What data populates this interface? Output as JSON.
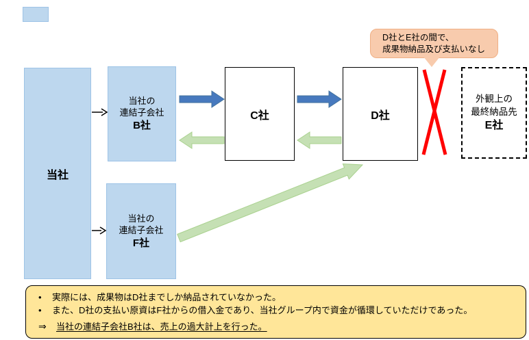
{
  "legend": {
    "swatch_color": "#BDD7EE"
  },
  "nodes": {
    "ours": {
      "label": "当社"
    },
    "b": {
      "line1": "当社の",
      "line2": "連結子会社",
      "line3": "B社"
    },
    "c": {
      "label": "C社"
    },
    "d": {
      "label": "D社"
    },
    "e": {
      "line1": "外観上の",
      "line2": "最終納品先",
      "line3": "E社"
    },
    "f": {
      "line1": "当社の",
      "line2": "連結子会社",
      "line3": "F社"
    }
  },
  "callout": {
    "line1": "D社とE社の間で、",
    "line2": "成果物納品及び支払いなし"
  },
  "notes": {
    "bullet_char": "•",
    "bullet1": "実際には、成果物はD社までしか納品されていなかった。",
    "bullet2": "また、D社の支払い原資はF社からの借入金であり、当社グループ内で資金が循環していただけであった。",
    "arrow_prefix": "⇒",
    "conclusion": "当社の連結子会社B社は、売上の過大計上を行った。"
  },
  "colors": {
    "box_blue": "#BDD7EE",
    "box_blue_border": "#9DC3E6",
    "arrow_blue": "#4779BE",
    "arrow_blue_border": "#41719C",
    "arrow_green": "#C5E0B4",
    "arrow_green_border": "#A9D18E",
    "callout_fill": "#F8CBAD",
    "callout_border": "#F0AF84",
    "notes_fill": "#FFE699",
    "x_red": "#FF0000",
    "connector_black": "#000000"
  }
}
